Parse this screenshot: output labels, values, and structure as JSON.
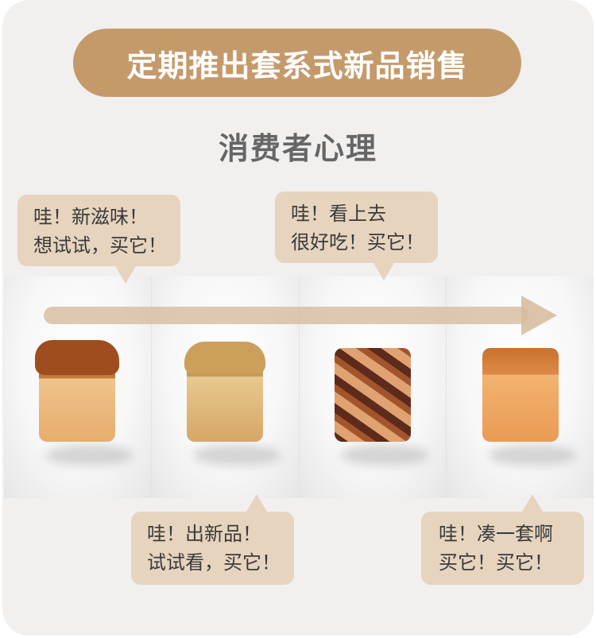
{
  "title": "定期推出套系式新品销售",
  "subtitle": "消费者心理",
  "bubbles": [
    {
      "line1": "哇！新滋味！",
      "line2": "想试试，买它！"
    },
    {
      "line1": "哇！看上去",
      "line2": "很好吃！买它！"
    },
    {
      "line1": "哇！出新品！",
      "line2": "试试看，买它！"
    },
    {
      "line1": "哇！凑一套啊",
      "line2": "买它！买它！"
    }
  ],
  "products": [
    {
      "icon": "cheese-bread-cube-image"
    },
    {
      "icon": "seeded-bread-cube-image"
    },
    {
      "icon": "chocolate-swirl-bread-cube-image"
    },
    {
      "icon": "square-toast-cube-image"
    }
  ],
  "colors": {
    "card_bg": "#f1f0ef",
    "accent": "#c59a6b",
    "bubble_bg": "#e6d4bf",
    "arrow": "#d6ba9b"
  }
}
